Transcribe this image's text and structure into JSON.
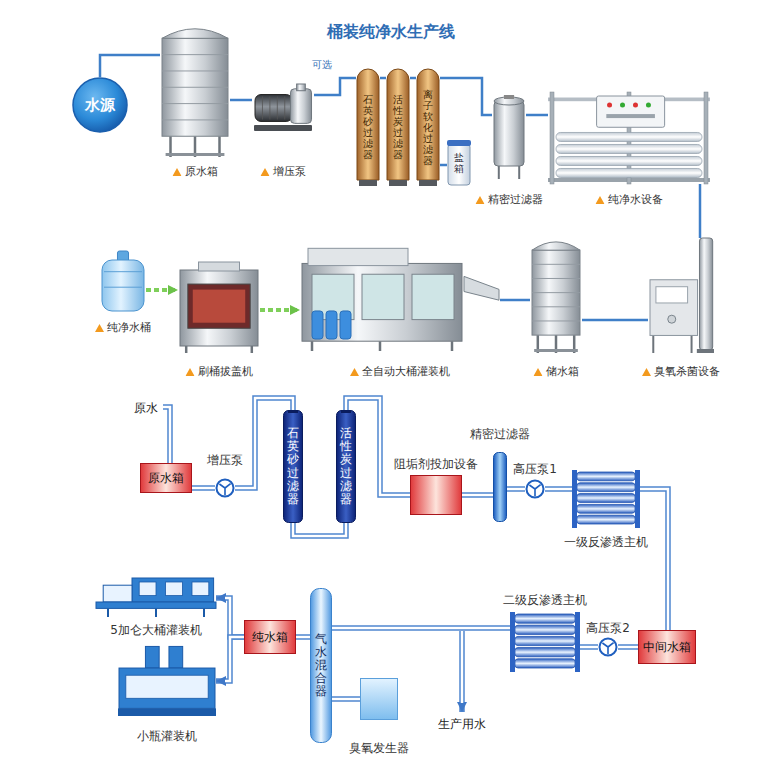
{
  "diagram": {
    "title": "桶装纯净水生产线",
    "nodes": [
      {
        "text": [
          "水源"
        ]
      },
      {
        "text": [
          "原水箱"
        ]
      },
      {
        "text": [
          "增压泵"
        ]
      },
      {
        "text": [
          "石英砂过滤器"
        ]
      },
      {
        "text": [
          "活性炭过滤器"
        ]
      },
      {
        "text": [
          "离子软化过滤器"
        ]
      },
      {
        "text": [
          "盐箱"
        ]
      },
      {
        "text": [
          "精密过滤器"
        ]
      },
      {
        "text": [
          "纯净水设备"
        ]
      },
      {
        "text": [
          "纯净水桶"
        ]
      },
      {
        "text": [
          "刷桶拔盖机"
        ]
      },
      {
        "text": [
          "全自动大桶灌装机"
        ]
      },
      {
        "text": [
          "储水箱"
        ]
      },
      {
        "text": [
          "臭氧杀菌设备"
        ]
      },
      {
        "text": [
          "原水箱"
        ]
      },
      {
        "text": [
          "增压泵"
        ]
      },
      {
        "text": [
          "石英砂过滤器"
        ]
      },
      {
        "text": [
          "活性炭过滤器"
        ]
      },
      {
        "text": [
          "阻垢剂投加设备"
        ]
      },
      {
        "text": [
          "精密过滤器"
        ]
      },
      {
        "text": [
          "高压泵1"
        ]
      },
      {
        "text": [
          "一级反渗透主机"
        ]
      },
      {
        "text": [
          "中间水箱"
        ]
      },
      {
        "text": [
          "高压泵2"
        ]
      },
      {
        "text": [
          "二级反渗透主机"
        ]
      },
      {
        "text": [
          "气水混合器"
        ]
      },
      {
        "text": [
          "臭氧发生器"
        ]
      },
      {
        "text": [
          "纯水箱"
        ]
      },
      {
        "text": [
          "5加仑大桶灌装机"
        ]
      },
      {
        "text": [
          "小瓶灌装机"
        ]
      }
    ],
    "edges": [
      {
        "from": 0,
        "to": 1,
        "arrow": "none"
      },
      {
        "from": 1,
        "to": 2,
        "arrow": "none"
      },
      {
        "from": 2,
        "to": 3,
        "arrow": "none"
      },
      {
        "from": 3,
        "to": 4,
        "arrow": "none"
      },
      {
        "from": 4,
        "to": 5,
        "arrow": "none"
      },
      {
        "from": 5,
        "to": 7,
        "arrow": "none"
      },
      {
        "from": 6,
        "to": 5,
        "arrow": "none"
      },
      {
        "from": 7,
        "to": 8,
        "arrow": "none"
      },
      {
        "from": 8,
        "to": 13,
        "arrow": "none"
      },
      {
        "from": 13,
        "to": 12,
        "arrow": "none"
      },
      {
        "from": 12,
        "to": 11,
        "arrow": "none"
      },
      {
        "from": 9,
        "to": 10,
        "arrow": "to"
      },
      {
        "from": 10,
        "to": 11,
        "arrow": "to"
      },
      {
        "from": 14,
        "to": 15,
        "arrow": "none"
      },
      {
        "from": 15,
        "to": 16,
        "arrow": "none"
      },
      {
        "from": 16,
        "to": 17,
        "arrow": "none"
      },
      {
        "from": 17,
        "to": 18,
        "arrow": "none"
      },
      {
        "from": 18,
        "to": 19,
        "arrow": "none"
      },
      {
        "from": 19,
        "to": 20,
        "arrow": "none"
      },
      {
        "from": 20,
        "to": 21,
        "arrow": "none"
      },
      {
        "from": 21,
        "to": 22,
        "arrow": "none"
      },
      {
        "from": 22,
        "to": 23,
        "arrow": "none"
      },
      {
        "from": 23,
        "to": 24,
        "arrow": "none"
      },
      {
        "from": 24,
        "to": 25,
        "arrow": "none"
      },
      {
        "from": 26,
        "to": 25,
        "arrow": "none"
      },
      {
        "from": 25,
        "to": 27,
        "arrow": "none"
      },
      {
        "from": 27,
        "to": 28,
        "arrow": "to"
      },
      {
        "from": 27,
        "to": 29,
        "arrow": "to"
      }
    ],
    "labels": [
      "可选",
      "原水",
      "生产用水"
    ]
  }
}
